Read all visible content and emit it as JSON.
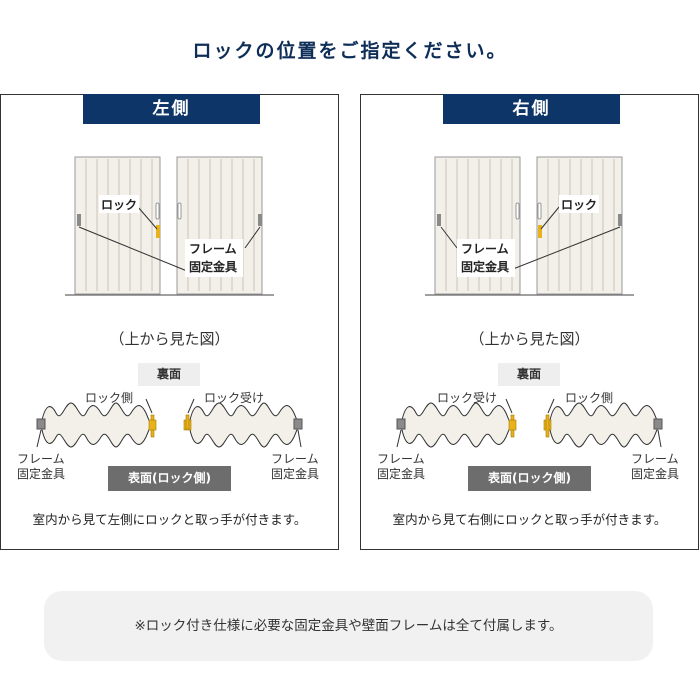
{
  "title": "ロックの位置をご指定ください。",
  "panels": [
    {
      "heading": "左側",
      "door_labels": {
        "lock": "ロック",
        "frame_line1": "フレーム",
        "frame_line2": "固定金具"
      },
      "caption": "（上から見た図）",
      "back_label": "裏面",
      "lock_side_label": "ロック側",
      "lock_receiver_label": "ロック受け",
      "frame_left_line1": "フレーム",
      "frame_left_line2": "固定金具",
      "frame_right_line1": "フレーム",
      "frame_right_line2": "固定金具",
      "front_label": "表面(ロック側)",
      "description": "室内から見て左側にロックと取っ手が付きます。"
    },
    {
      "heading": "右側",
      "door_labels": {
        "lock": "ロック",
        "frame_line1": "フレーム",
        "frame_line2": "固定金具"
      },
      "caption": "（上から見た図）",
      "back_label": "裏面",
      "lock_side_label": "ロック側",
      "lock_receiver_label": "ロック受け",
      "frame_left_line1": "フレーム",
      "frame_left_line2": "固定金具",
      "frame_right_line1": "フレーム",
      "frame_right_line2": "固定金具",
      "front_label": "表面(ロック側)",
      "description": "室内から見て右側にロックと取っ手が付きます。"
    }
  ],
  "note": "※ロック付き仕様に必要な固定金具や壁面フレームは全て付属します。",
  "colors": {
    "navy": "#0d3567",
    "lock": "#e8b21c",
    "frame_fitting": "#8a8a8a",
    "door": "#f3f0ea"
  }
}
